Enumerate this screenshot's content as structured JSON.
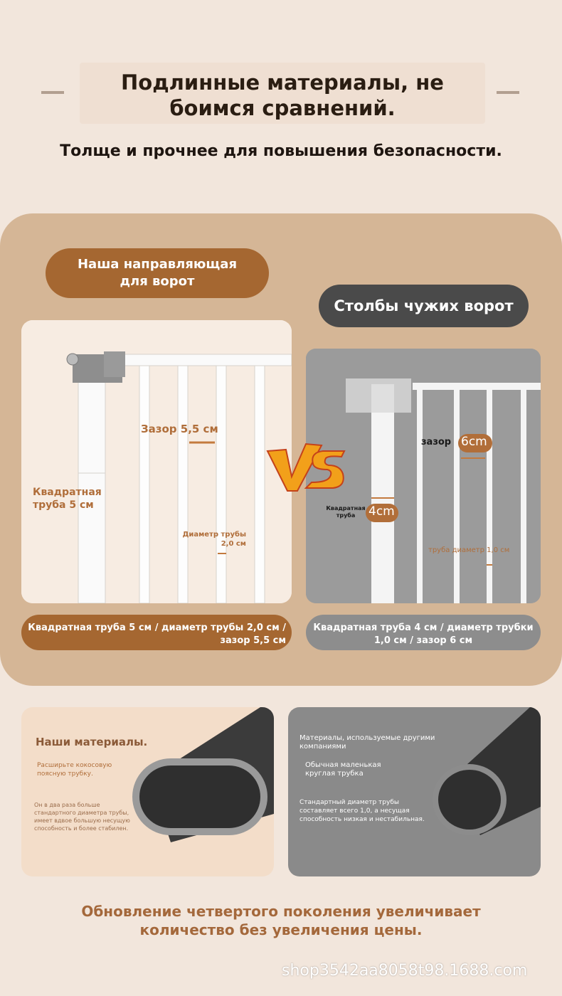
{
  "header": {
    "title": "Подлинные материалы, не боимся сравнений.",
    "subtitle": "Толще и прочнее для повышения безопасности."
  },
  "compare": {
    "our_label": "Наша направляющая для ворот",
    "other_label": "Столбы чужих ворот",
    "our": {
      "gap": "Зазор 5,5 см",
      "square_tube": "Квадратная труба 5 см",
      "diameter": "Диаметр трубы 2,0 см",
      "caption": "Квадратная труба 5 см / диаметр трубы 2,0 см / зазор 5,5 см"
    },
    "other": {
      "gap_prefix": "зазор",
      "gap_value": "6cm",
      "square_prefix": "Квадратная труба",
      "square_value": "4cm",
      "diameter": "труба диаметр 1,0 см",
      "caption": "Квадратная труба 4 см / диаметр трубки 1,0 см / зазор 6 см"
    }
  },
  "materials": {
    "our_title": "Наши материалы.",
    "our_hint": "Расширьте кокосовую поясную трубку.",
    "our_desc": "Он в два раза больше стандартного диаметра трубы, имеет вдвое большую несущую способность и более стабилен.",
    "other_title": "Материалы, используемые другими компаниями",
    "other_hint": "Обычная маленькая круглая трубка",
    "other_desc": "Стандартный диаметр трубы составляет всего 1,0, а несущая способность низкая и нестабильная."
  },
  "footer": {
    "text": "Обновление четвертого поколения увеличивает количество без увеличения цены.",
    "watermark": "shop3542aa8058t98.1688.com"
  }
}
